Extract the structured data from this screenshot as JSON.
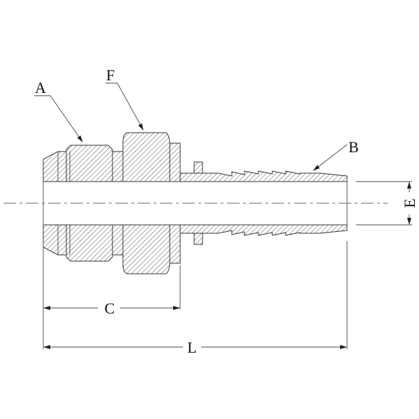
{
  "drawing": {
    "callouts": {
      "nut": "A",
      "body_hex": "F",
      "hose_barb": "B"
    },
    "dimensions": {
      "bore": "E",
      "nut_length": "C",
      "overall_length": "L"
    },
    "colors": {
      "line": "#333333",
      "background": "#ffffff"
    }
  }
}
